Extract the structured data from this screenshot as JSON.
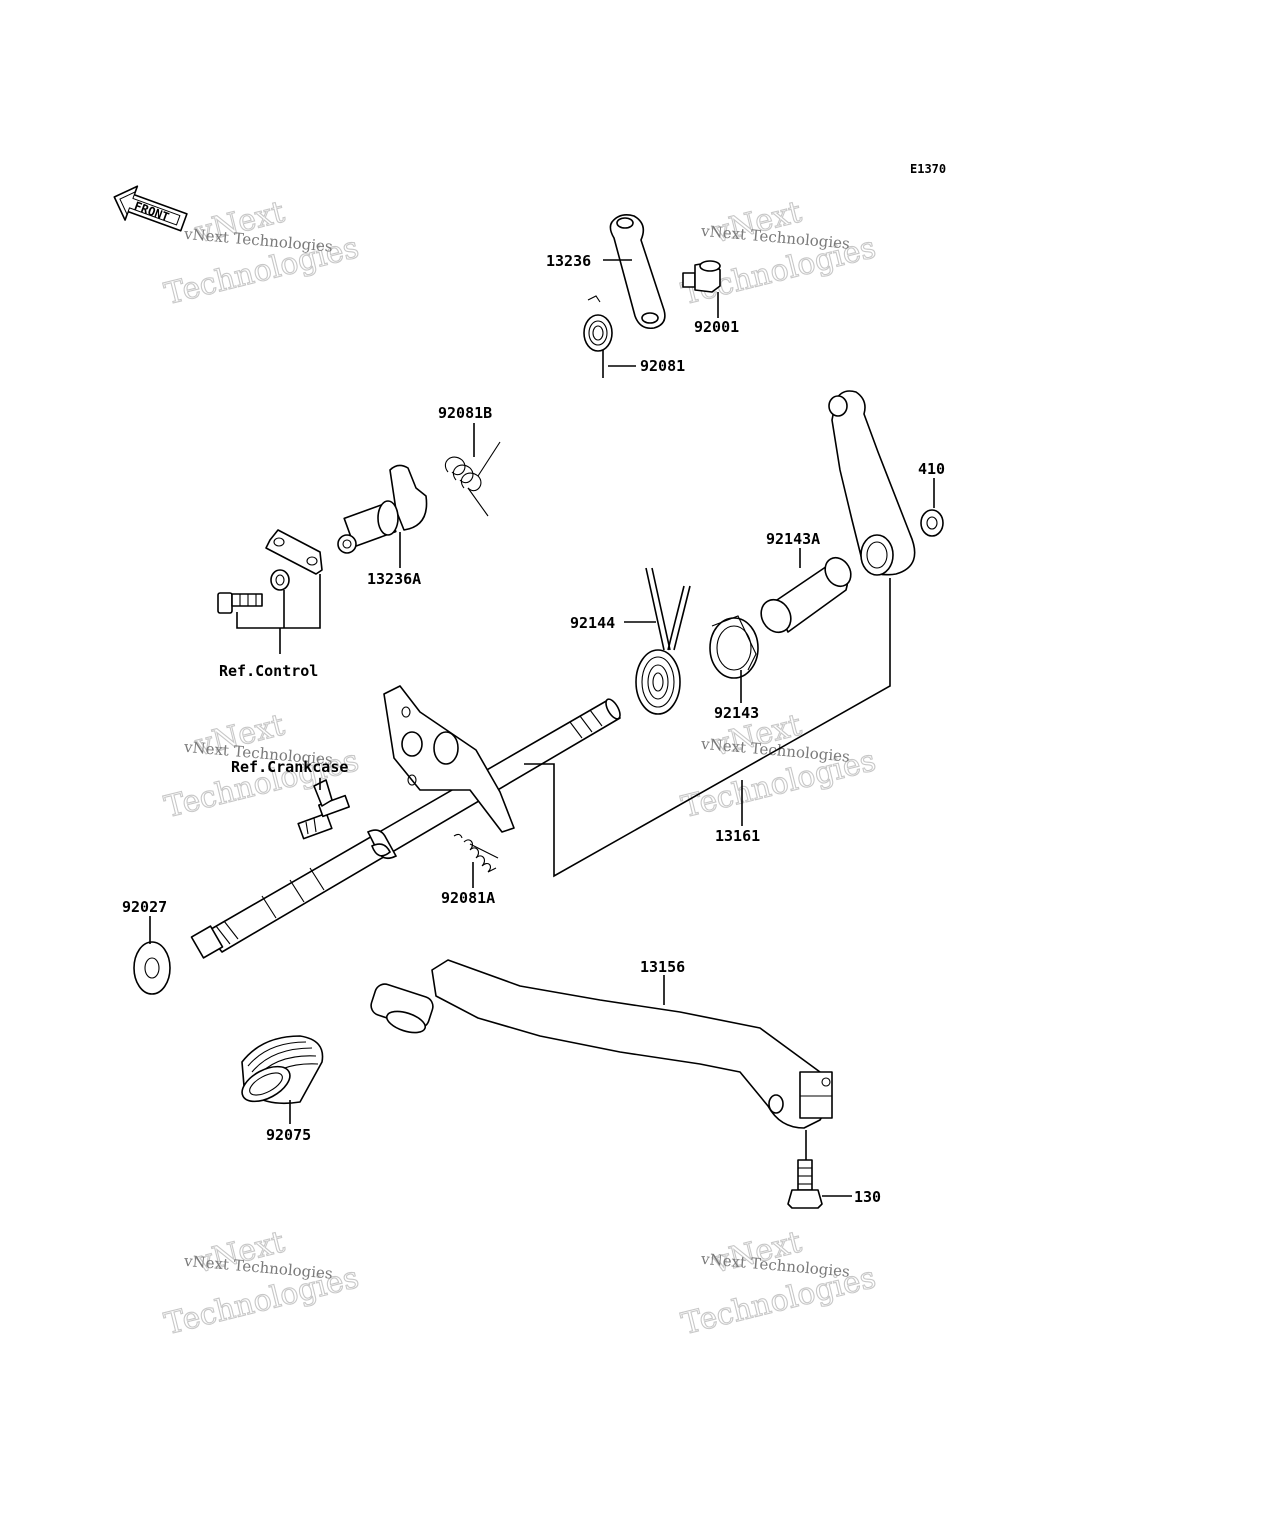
{
  "diagram_code": "E1370",
  "front_arrow": {
    "label": "FRONT",
    "icon": "front-arrow-icon"
  },
  "parts": [
    {
      "id": "13236",
      "name": "lever"
    },
    {
      "id": "92001",
      "name": "bolt"
    },
    {
      "id": "92081",
      "name": "spring"
    },
    {
      "id": "92081B",
      "name": "spring"
    },
    {
      "id": "13236A",
      "name": "lever"
    },
    {
      "id": "410",
      "name": "washer"
    },
    {
      "id": "92143A",
      "name": "collar"
    },
    {
      "id": "92144",
      "name": "spring"
    },
    {
      "id": "92143",
      "name": "collar"
    },
    {
      "id": "13161",
      "name": "shaft"
    },
    {
      "id": "92081A",
      "name": "spring"
    },
    {
      "id": "92027",
      "name": "washer"
    },
    {
      "id": "13156",
      "name": "pedal"
    },
    {
      "id": "92075",
      "name": "rubber"
    },
    {
      "id": "130",
      "name": "bolt"
    }
  ],
  "references": {
    "control": "Ref.Control",
    "crankcase": "Ref.Crankcase"
  },
  "watermark": {
    "small": "vNext Technologies",
    "big_top": "vNext",
    "big_bottom": "Technologies"
  }
}
